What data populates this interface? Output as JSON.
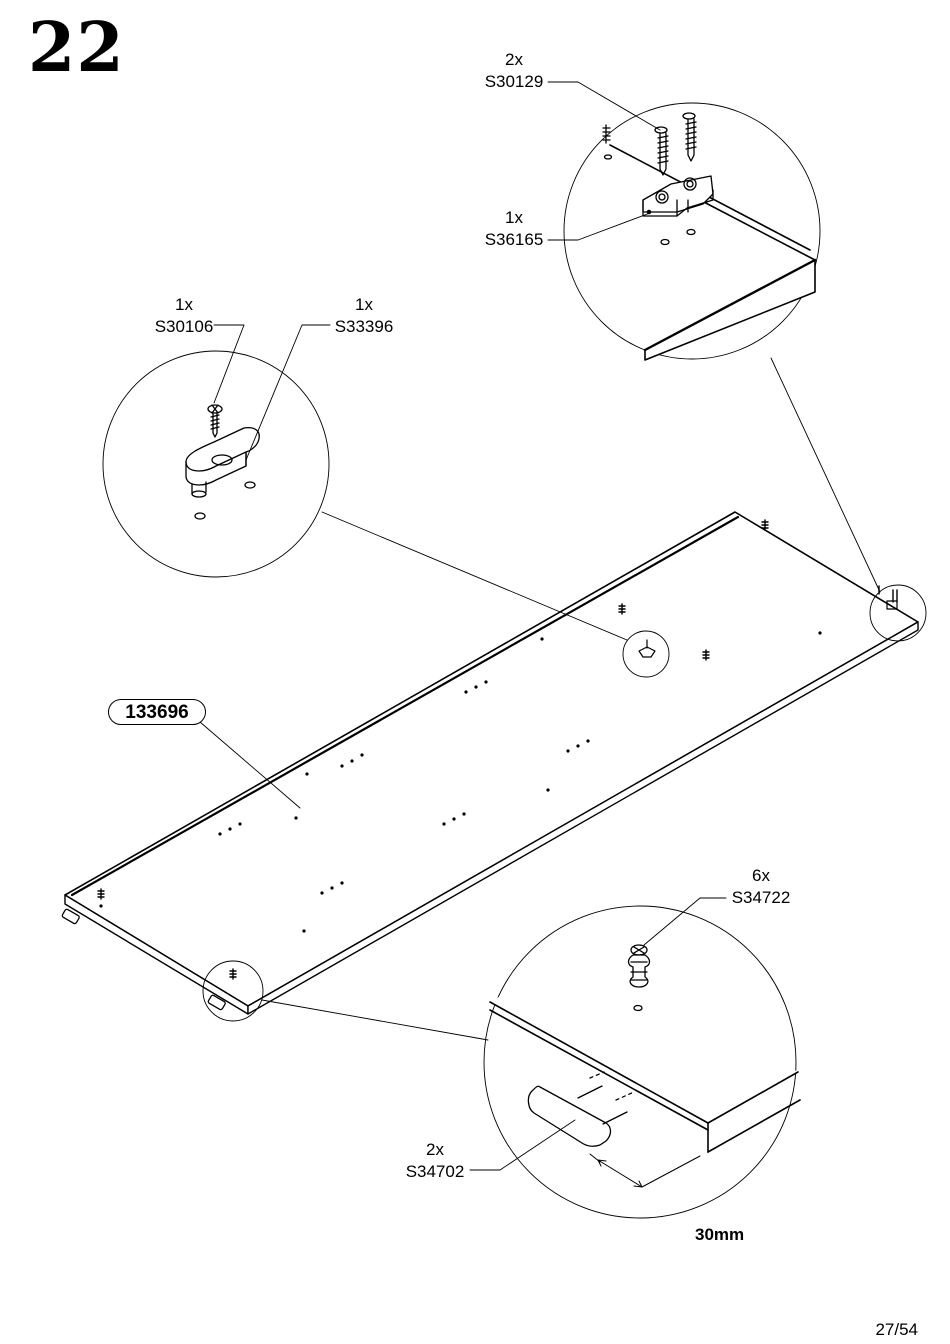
{
  "step": {
    "number": "22"
  },
  "panel": {
    "part_id": "133696"
  },
  "callouts": [
    {
      "qty": "2x",
      "code": "S30129"
    },
    {
      "qty": "1x",
      "code": "S36165"
    },
    {
      "qty": "1x",
      "code": "S30106"
    },
    {
      "qty": "1x",
      "code": "S33396"
    },
    {
      "qty": "6x",
      "code": "S34722"
    },
    {
      "qty": "2x",
      "code": "S34702"
    }
  ],
  "dimension": {
    "text": "30mm"
  },
  "page": {
    "number": "27/54"
  },
  "colors": {
    "ink": "#000000",
    "paper": "#ffffff"
  },
  "icons": [
    "screw-icon",
    "cam-bolt-icon",
    "shelf-support-icon",
    "bracket-icon",
    "dowel-icon"
  ]
}
